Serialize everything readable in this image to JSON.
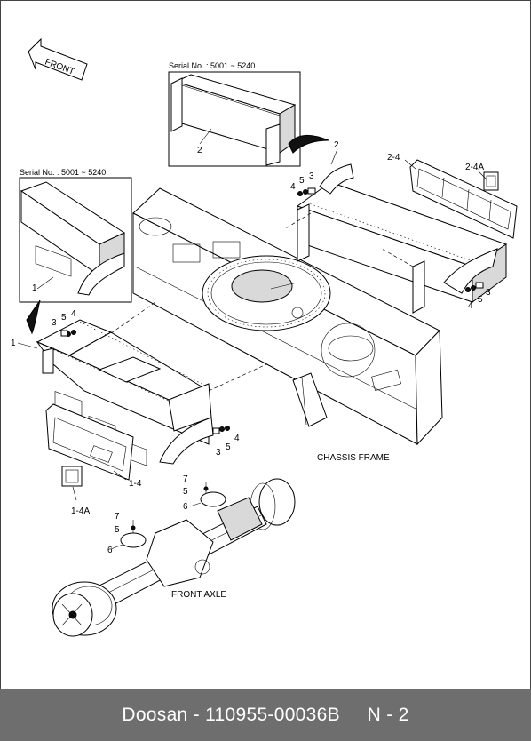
{
  "direction_arrow": {
    "label": "FRONT"
  },
  "insets": [
    {
      "serial_label": "Serial No. : 5001 ~ 5240",
      "part": "2"
    },
    {
      "serial_label": "Serial No. : 5001 ~ 5240",
      "part": "1"
    }
  ],
  "callouts": {
    "right_box_top": "2",
    "cover_right": "2-4",
    "cover_right_a": "2-4A",
    "bolt_r1": "4",
    "bolt_r2": "5",
    "bolt_r3": "3",
    "bolt_r4": "3",
    "bolt_r5": "5",
    "bolt_r6": "4",
    "left_box": "1",
    "bolt_l1": "3",
    "bolt_l2": "5",
    "bolt_l3": "4",
    "bolt_l4": "4",
    "bolt_l5": "5",
    "bolt_l6": "3",
    "cover_left": "1-4",
    "cover_left_a": "1-4A",
    "axle_p7a": "7",
    "axle_p5a": "5",
    "axle_p6a": "6",
    "axle_p7b": "7",
    "axle_p5b": "5",
    "axle_p6b": "6"
  },
  "captions": {
    "chassis": "CHASSIS FRAME",
    "axle": "FRONT AXLE"
  },
  "footer": {
    "brand": "Doosan",
    "part_number": "110955-00036B",
    "page": "N - 2"
  }
}
